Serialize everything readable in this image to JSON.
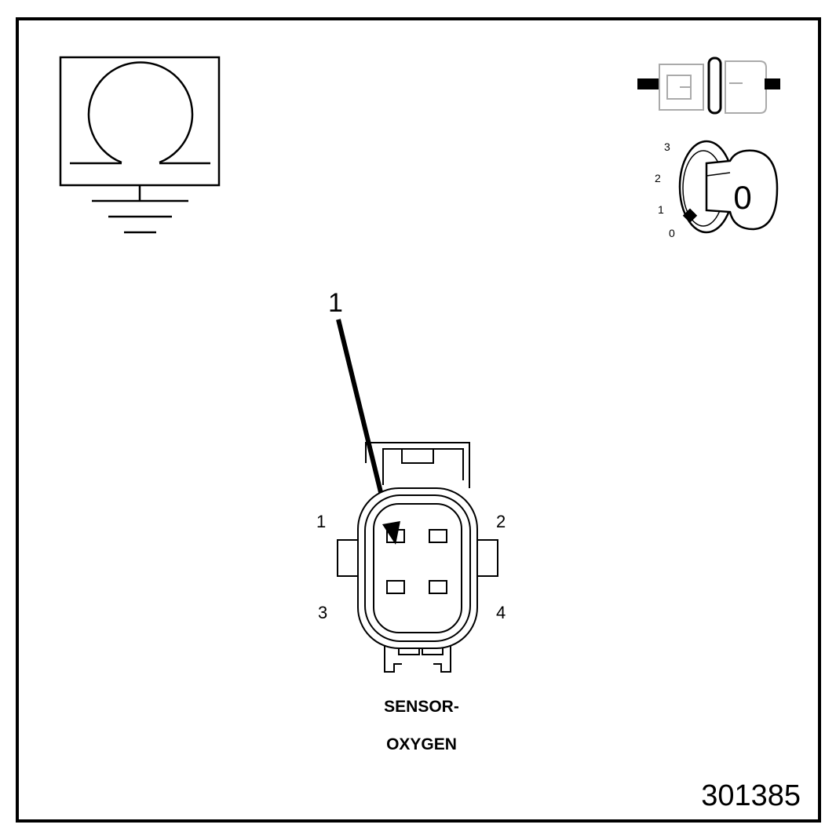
{
  "icons": {
    "ohmmeter": "ohmmeter-ground-icon",
    "connector_disconnected": "disconnected-connector-icon",
    "ignition_key": "ignition-key-icon"
  },
  "ignition": {
    "positions": [
      "3",
      "2",
      "1",
      "0"
    ],
    "key_letter": "0"
  },
  "callout": {
    "number": "1"
  },
  "connector": {
    "pins": [
      "1",
      "2",
      "3",
      "4"
    ],
    "caption_line1": "SENSOR-",
    "caption_line2": "OXYGEN"
  },
  "figure_number": "301385"
}
